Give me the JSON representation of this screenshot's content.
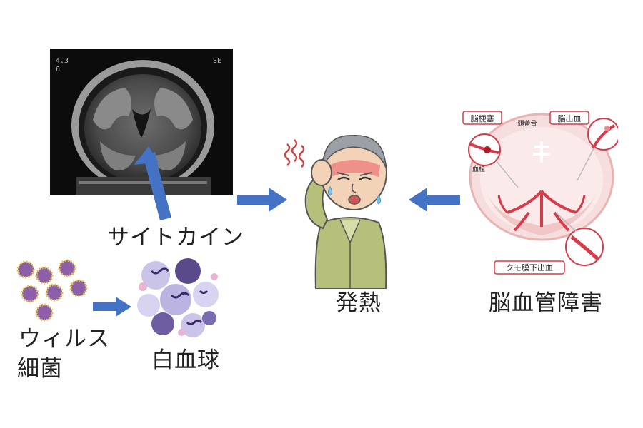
{
  "mri": {
    "corner_left_1": "4.3",
    "corner_left_2": "6",
    "corner_right": "SE"
  },
  "labels": {
    "cytokine": "サイトカイン",
    "fever": "発熱",
    "cerebrovascular": "脳血管障害",
    "white_blood_cells": "白血球",
    "virus": "ウィルス",
    "bacteria": "細菌"
  },
  "brain_diagram": {
    "infarction": "脳梗塞",
    "hemorrhage": "脳出血",
    "skull": "頭蓋骨",
    "thrombus": "血栓",
    "subarachnoid": "クモ膜下出血"
  },
  "colors": {
    "arrow": "#4472C4",
    "callout": "#d93a4a"
  }
}
